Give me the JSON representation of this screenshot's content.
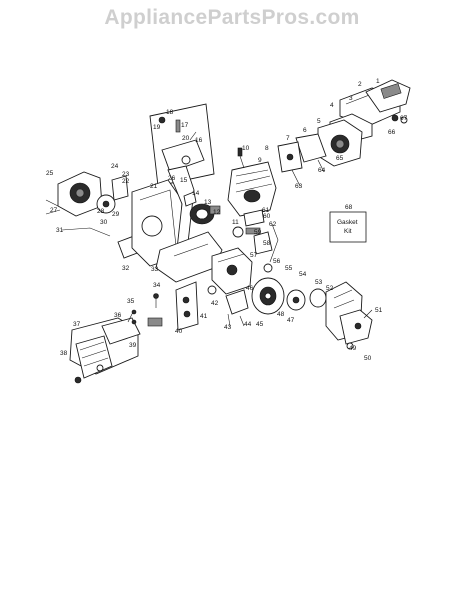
{
  "watermark": "AppliancePartsPros.com",
  "gasket_kit": {
    "number": "68",
    "line1": "Gasket",
    "line2": "Kit"
  },
  "callouts": [
    "1",
    "2",
    "3",
    "4",
    "5",
    "6",
    "7",
    "8",
    "9",
    "10",
    "11",
    "12",
    "13",
    "14",
    "15",
    "16",
    "17",
    "18",
    "19",
    "20",
    "21",
    "22",
    "23",
    "24",
    "25",
    "26",
    "27",
    "28",
    "29",
    "30",
    "31",
    "32",
    "33",
    "34",
    "35",
    "36",
    "37",
    "38",
    "39",
    "40",
    "41",
    "42",
    "43",
    "44",
    "45",
    "46",
    "47",
    "48",
    "49",
    "50",
    "51",
    "52",
    "53",
    "54",
    "55",
    "56",
    "57",
    "58",
    "59",
    "60",
    "61",
    "62",
    "63",
    "64",
    "65",
    "66",
    "67"
  ]
}
